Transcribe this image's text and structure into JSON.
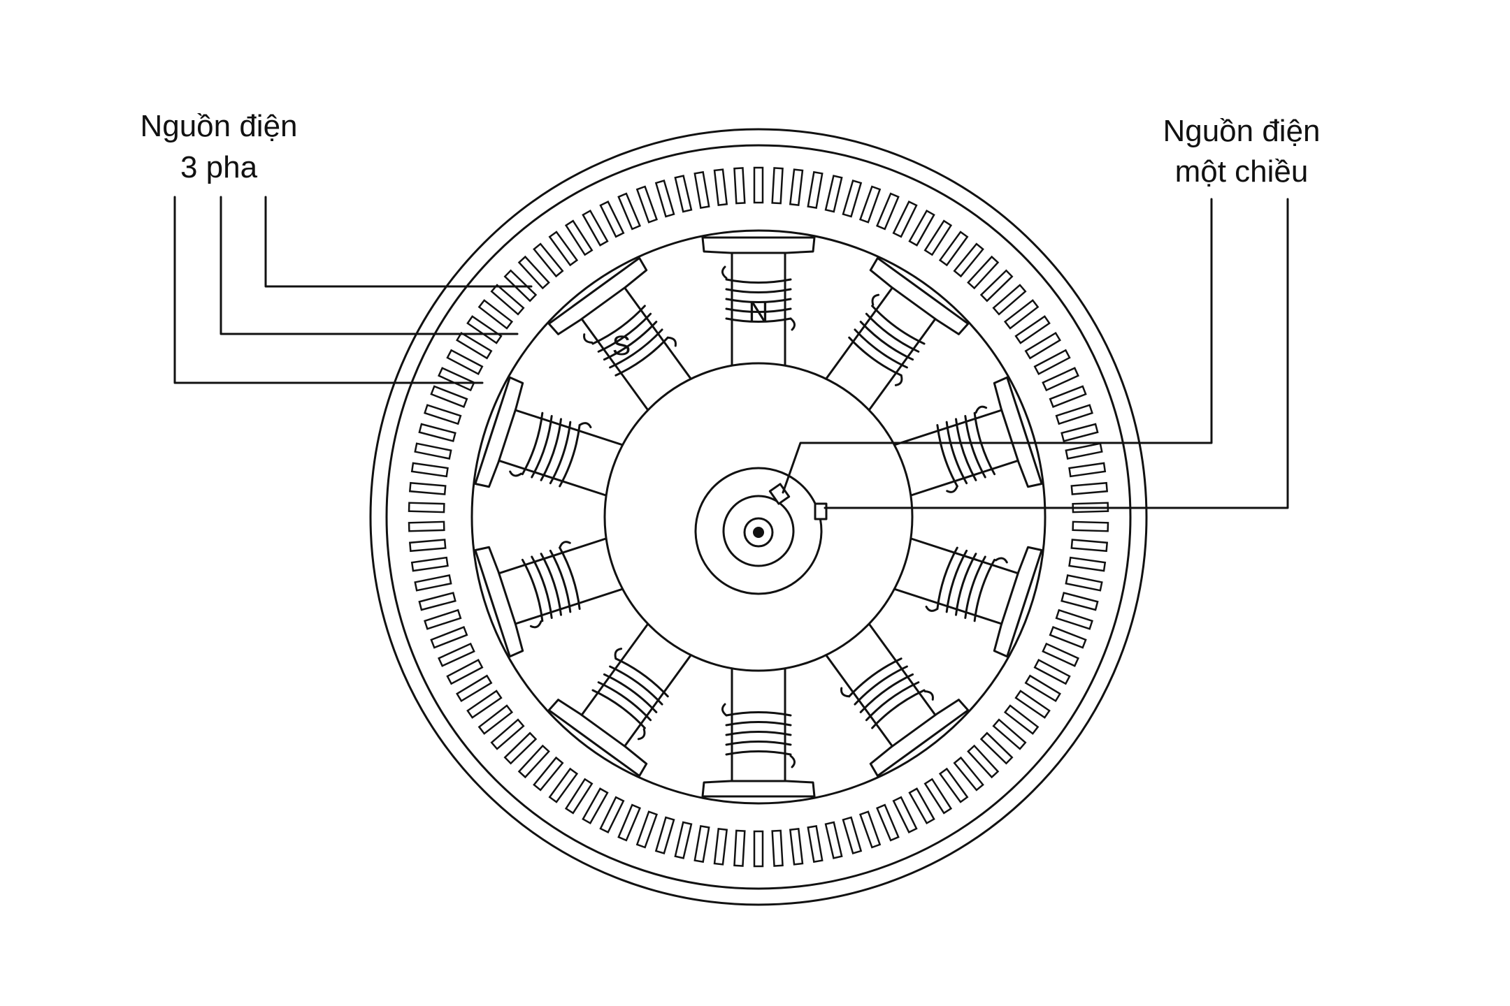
{
  "labels": {
    "three_phase_line1": "Nguồn điện",
    "three_phase_line2": "3 pha",
    "dc_line1": "Nguồn điện",
    "dc_line2": "một chiều",
    "pole_north": "N",
    "pole_south": "S"
  },
  "colors": {
    "ink": "#111111",
    "background": "#ffffff"
  },
  "icons": {
    "stator": "stator-slot-ring",
    "rotor": "salient-pole-rotor",
    "shaft": "shaft-with-slip-rings"
  }
}
